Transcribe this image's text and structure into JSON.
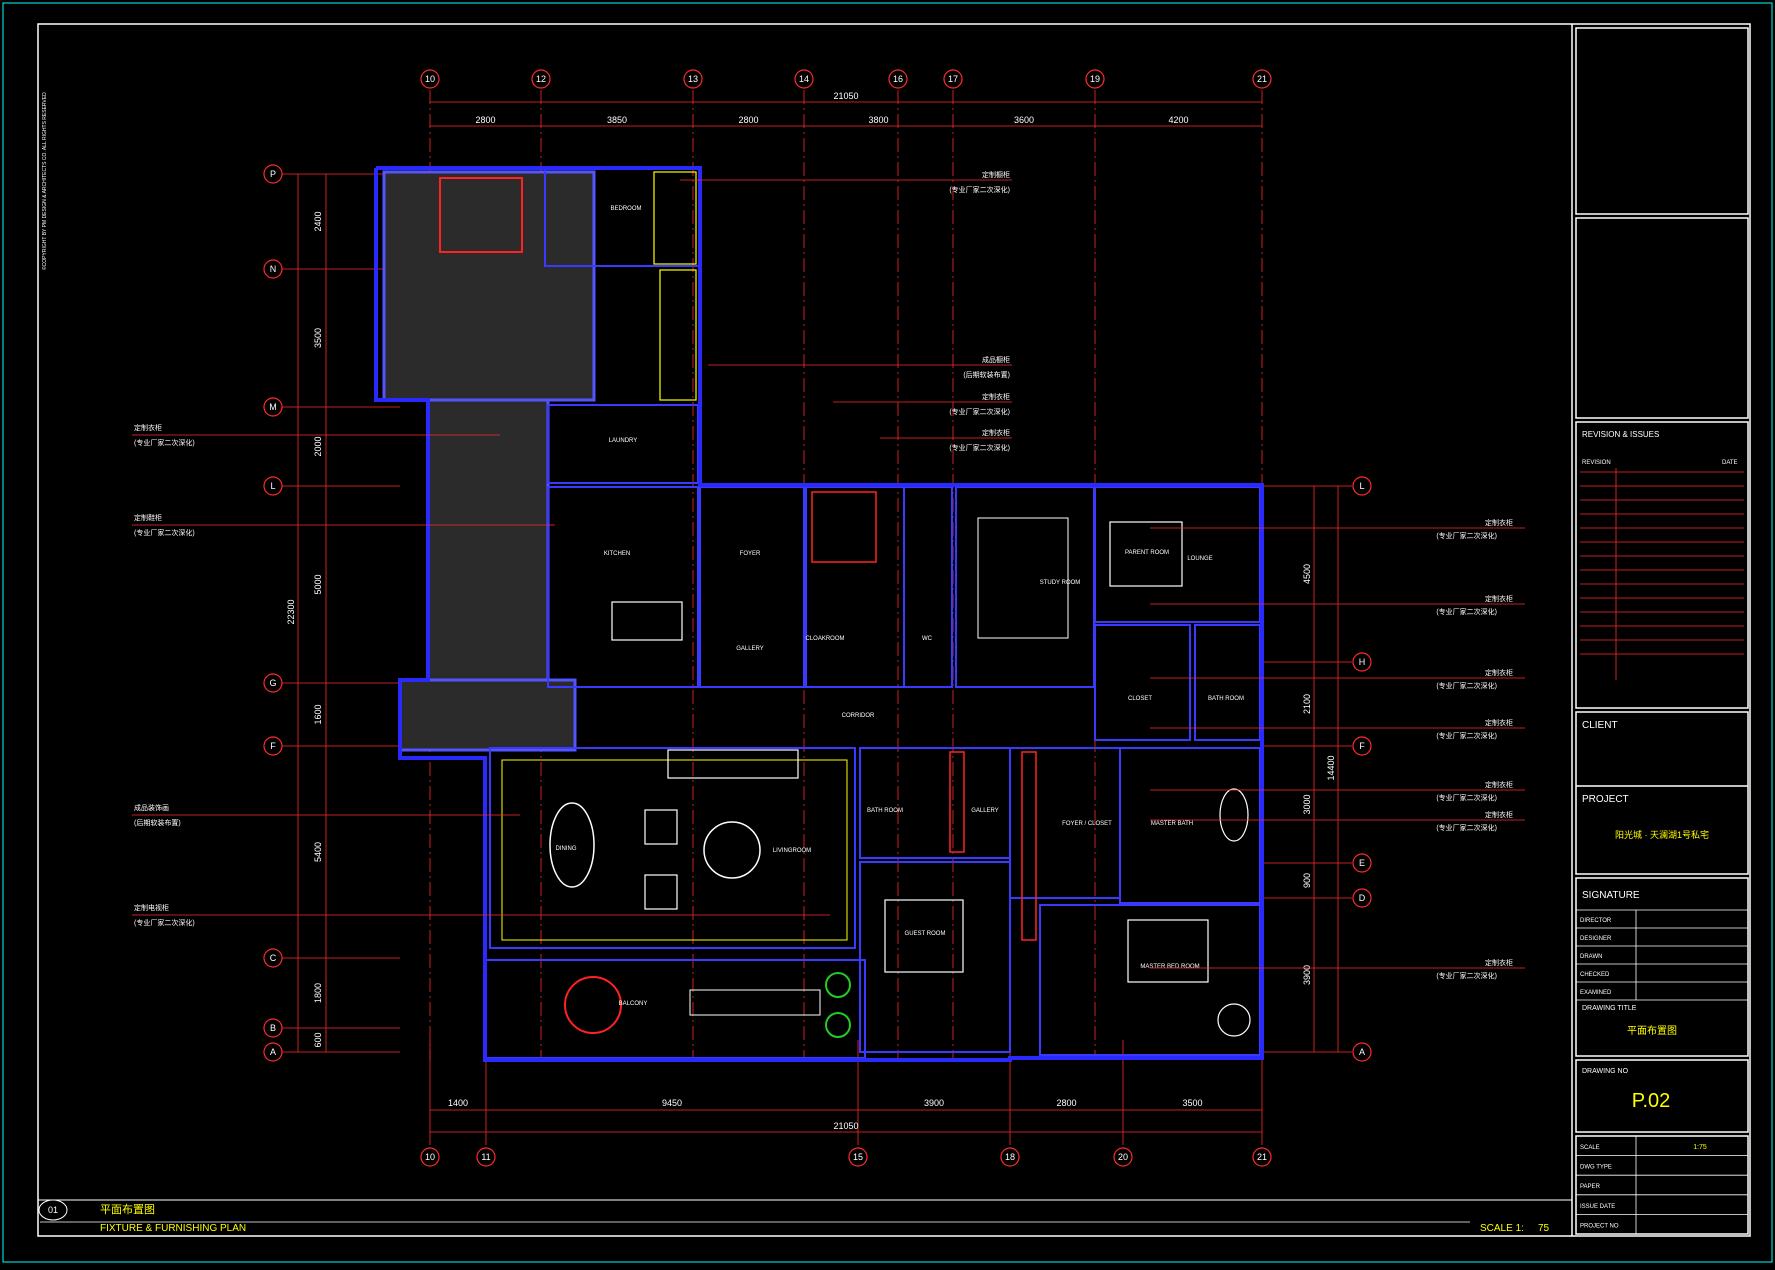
{
  "copyright": "©COPYRIGHT BY PM DESIGN & ARCHITECTS CO. ALL RIGHTS RESERVED",
  "grid_top": [
    "10",
    "12",
    "13",
    "14",
    "16",
    "17",
    "19",
    "21"
  ],
  "grid_bottom": [
    "10",
    "11",
    "15",
    "18",
    "20",
    "21"
  ],
  "grid_rows_left": [
    "P",
    "N",
    "M",
    "L",
    "G",
    "F",
    "C",
    "B",
    "A"
  ],
  "grid_rows_right": [
    "L",
    "H",
    "F",
    "E",
    "D",
    "A"
  ],
  "dims_top_total": "21050",
  "dims_top": [
    "2800",
    "3850",
    "2800",
    "3800",
    "3600",
    "4200"
  ],
  "dims_bottom_total": "21050",
  "dims_bottom": [
    "1400",
    "9450",
    "3900",
    "2800",
    "3500"
  ],
  "dims_left_total": "22300",
  "dims_left": [
    "2400",
    "3500",
    "2000",
    "5000",
    "1600",
    "5400",
    "1800",
    "600"
  ],
  "dims_right_total": "14400",
  "dims_right": [
    "4500",
    "2100",
    "3000",
    "900",
    "3900"
  ],
  "callouts_left": [
    {
      "cn": "定制衣柜",
      "sub": "(专业厂家二次深化)"
    },
    {
      "cn": "定制鞋柜",
      "sub": "(专业厂家二次深化)"
    },
    {
      "cn": "成品装饰画",
      "sub": "(后期软装布置)"
    },
    {
      "cn": "定制电视柜",
      "sub": "(专业厂家二次深化)"
    }
  ],
  "callouts_top": [
    {
      "cn": "定制橱柜",
      "sub": "(专业厂家二次深化)"
    },
    {
      "cn": "成品橱柜",
      "sub": "(后期软装布置)"
    },
    {
      "cn": "定制衣柜",
      "sub": "(专业厂家二次深化)"
    },
    {
      "cn": "定制衣柜",
      "sub": "(专业厂家二次深化)"
    }
  ],
  "callouts_right": [
    {
      "cn": "定制衣柜",
      "sub": "(专业厂家二次深化)"
    },
    {
      "cn": "定制衣柜",
      "sub": "(专业厂家二次深化)"
    },
    {
      "cn": "定制衣柜",
      "sub": "(专业厂家二次深化)"
    },
    {
      "cn": "定制衣柜",
      "sub": "(专业厂家二次深化)"
    },
    {
      "cn": "定制衣柜",
      "sub": "(专业厂家二次深化)"
    },
    {
      "cn": "定制衣柜",
      "sub": "(专业厂家二次深化)"
    },
    {
      "cn": "定制衣柜",
      "sub": "(专业厂家二次深化)"
    }
  ],
  "rooms": {
    "bedroom": "BEDROOM",
    "laundry": "LAUNDRY",
    "kitchen": "KITCHEN",
    "foyer": "FOYER",
    "gallery_top": "GALLERY",
    "cloakroom": "CLOAKROOM",
    "wc": "WC",
    "study": "STUDY ROOM",
    "parent": "PARENT ROOM",
    "lounge": "LOUNGE",
    "closet1": "CLOSET",
    "bath1": "BATH ROOM",
    "corridor": "CORRIDOR",
    "dining": "DINING",
    "living": "LIVINGROOM",
    "bath2": "BATH ROOM",
    "gallery2": "GALLERY",
    "foyer_closet": "FOYER / CLOSET",
    "master_bath": "MASTER BATH",
    "guest": "GUEST ROOM",
    "master_bed": "MASTER BED ROOM",
    "balcony": "BALCONY"
  },
  "title_block": {
    "revision_label": "REVISION & ISSUES",
    "revision_col": "REVISION",
    "date_col": "DATE",
    "client_label": "CLIENT",
    "project_label": "PROJECT",
    "project_name": "阳光城 · 天澜湖1号私宅",
    "signature_label": "SIGNATURE",
    "sign_rows": [
      "DIRECTOR",
      "DESIGNER",
      "DRAWN",
      "CHECKED",
      "EXAMINED"
    ],
    "drawing_title_label": "DRAWING TITLE",
    "drawing_title": "平面布置图",
    "drawing_no_label": "DRAWING NO",
    "drawing_no": "P.02",
    "info_rows": [
      {
        "label": "SCALE",
        "value": "1:75"
      },
      {
        "label": "DWG TYPE",
        "value": ""
      },
      {
        "label": "PAPER",
        "value": ""
      },
      {
        "label": "ISSUE DATE",
        "value": ""
      },
      {
        "label": "PROJECT NO",
        "value": ""
      }
    ]
  },
  "footer": {
    "number": "01",
    "title_cn": "平面布置图",
    "title_en": "FIXTURE & FURNISHING PLAN",
    "scale_label": "SCALE  1:",
    "scale_value": "75"
  },
  "colors": {
    "background": "#000000",
    "frame": "#ffffff",
    "grid": "#ff2a2a",
    "wall": "#2a2aff",
    "fixture": "#ffff00",
    "dim": "#ffffff",
    "cyan": "#00ffff"
  }
}
